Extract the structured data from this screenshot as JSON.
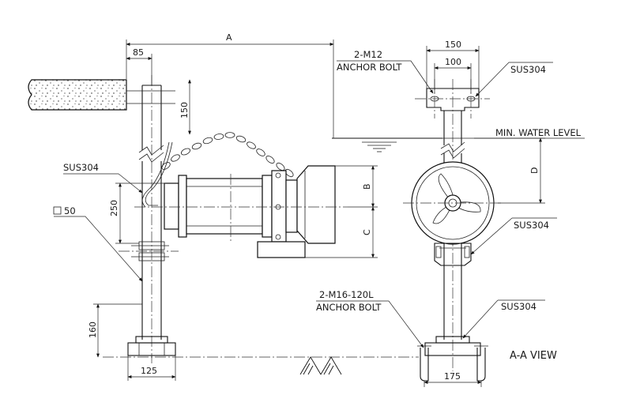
{
  "dimensions": {
    "a": "A",
    "d85": "85",
    "d150": "150",
    "d250": "250",
    "d160": "160",
    "d125": "125",
    "b": "B",
    "c": "C",
    "d": "D",
    "side_150": "150",
    "side_100": "100",
    "d175": "175"
  },
  "labels": {
    "anchor_top_spec": "2-M12",
    "anchor_top_text": "ANCHOR BOLT",
    "sus_top": "SUS304",
    "min_water_level": "MIN. WATER LEVEL",
    "sus_left": "SUS304",
    "square_tube": "50",
    "sus_right_mid": "SUS304",
    "anchor_bottom_spec": "2-M16-120L",
    "anchor_bottom_text": "ANCHOR BOLT",
    "sus_right_bottom": "SUS304",
    "view_title": "A-A VIEW"
  }
}
